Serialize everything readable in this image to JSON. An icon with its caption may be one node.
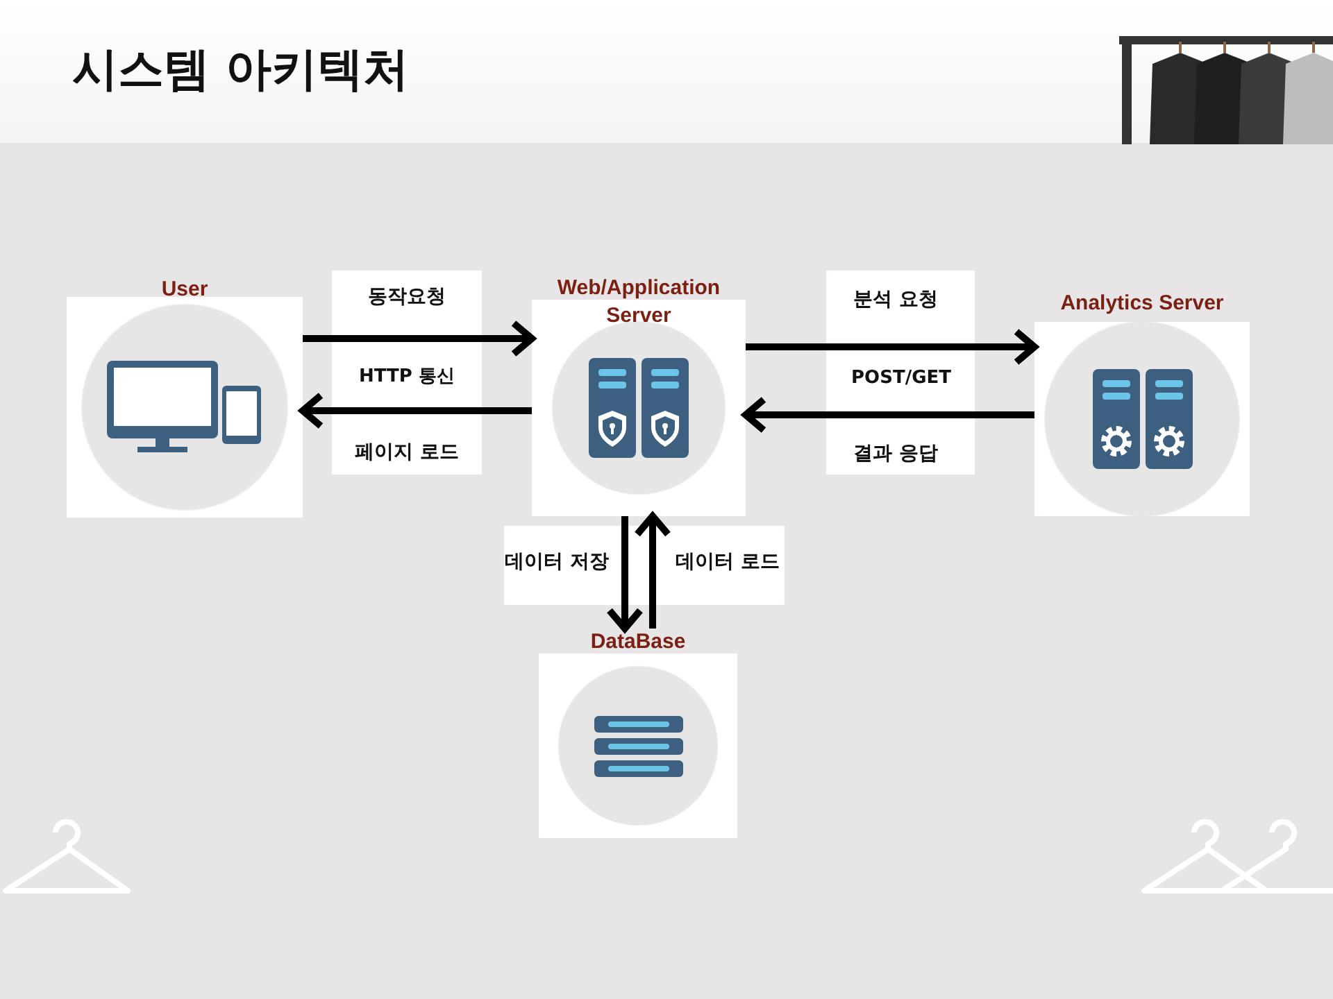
{
  "diagram": {
    "title": "시스템 아키텍처",
    "nodes": [
      {
        "text": [
          "User"
        ]
      },
      {
        "text": [
          "Web/Application Server"
        ]
      },
      {
        "text": [
          "Analytics Server"
        ]
      },
      {
        "text": [
          "DataBase"
        ]
      }
    ],
    "edges": [
      {
        "from": 0,
        "to": 1,
        "arrow": "to",
        "label": "동작요청"
      },
      {
        "from": 1,
        "to": 0,
        "arrow": "to",
        "label": "페이지 로드"
      },
      {
        "from": 1,
        "to": 2,
        "arrow": "to",
        "label": "분석 요청"
      },
      {
        "from": 2,
        "to": 1,
        "arrow": "to",
        "label": "결과 응답"
      },
      {
        "from": 1,
        "to": 3,
        "arrow": "to",
        "label": "데이터 저장"
      },
      {
        "from": 3,
        "to": 1,
        "arrow": "to",
        "label": "데이터 로드"
      }
    ],
    "labels": [
      "HTTP 통신",
      "POST/GET"
    ]
  }
}
